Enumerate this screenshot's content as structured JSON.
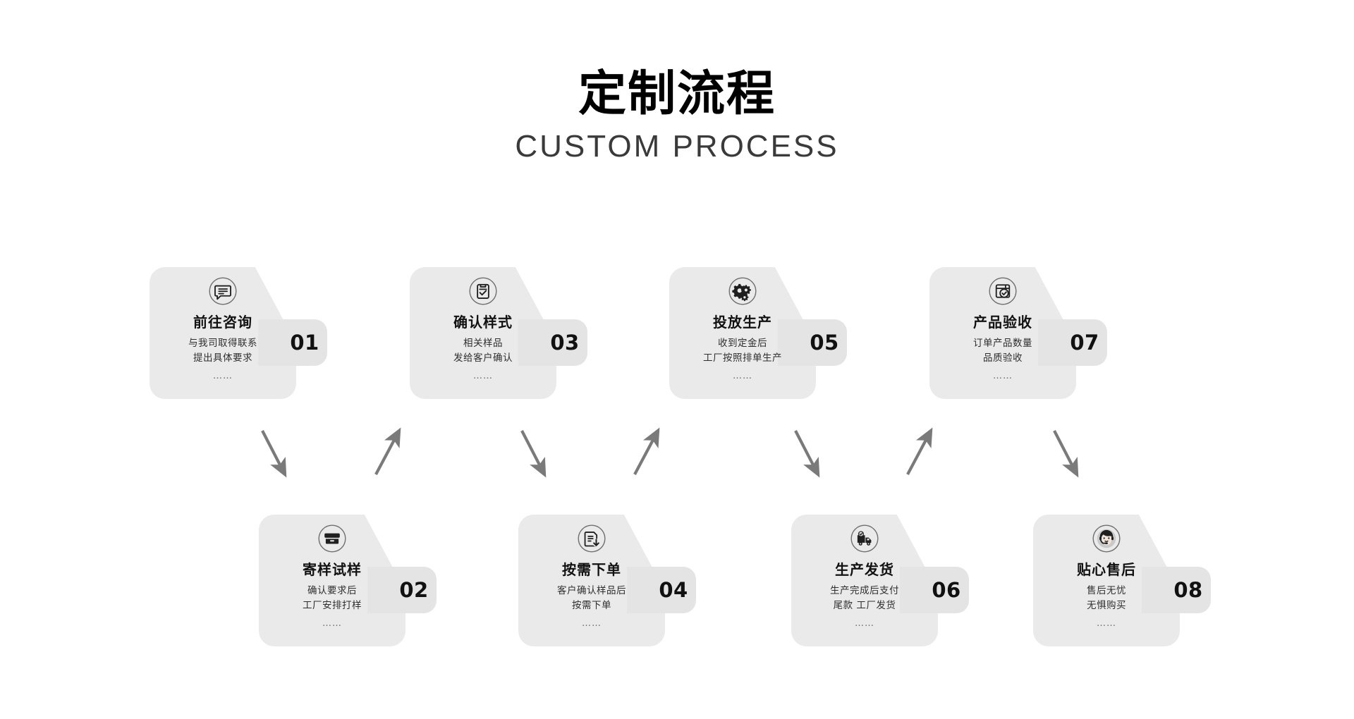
{
  "header": {
    "title": "定制流程",
    "subtitle": "CUSTOM PROCESS"
  },
  "colors": {
    "card_bg": "#eaeaea",
    "flag_bg": "#e4e4e4",
    "title_color": "#000000",
    "subtitle_color": "#3a3a3a",
    "arrow_color": "#7a7a7a",
    "icon_color": "#1f1f1f",
    "icon_ring": "#6f6f6f",
    "page_bg": "#ffffff"
  },
  "steps": [
    {
      "number": "01",
      "title": "前往咨询",
      "desc_line1": "与我司取得联系",
      "desc_line2": "提出具体要求",
      "dots": "……",
      "icon": "speech-bubble-icon",
      "row": "top"
    },
    {
      "number": "02",
      "title": "寄样试样",
      "desc_line1": "确认要求后",
      "desc_line2": "工厂安排打样",
      "dots": "……",
      "icon": "archive-box-icon",
      "row": "bottom"
    },
    {
      "number": "03",
      "title": "确认样式",
      "desc_line1": "相关样品",
      "desc_line2": "发给客户确认",
      "dots": "……",
      "icon": "clipboard-check-icon",
      "row": "top"
    },
    {
      "number": "04",
      "title": "按需下单",
      "desc_line1": "客户确认样品后",
      "desc_line2": "按需下单",
      "dots": "……",
      "icon": "document-download-icon",
      "row": "bottom"
    },
    {
      "number": "05",
      "title": "投放生产",
      "desc_line1": "收到定金后",
      "desc_line2": "工厂按照排单生产",
      "dots": "……",
      "icon": "gears-icon",
      "row": "top"
    },
    {
      "number": "06",
      "title": "生产发货",
      "desc_line1": "生产完成后支付",
      "desc_line2": "尾款 工厂发货",
      "dots": "……",
      "icon": "delivery-truck-icon",
      "row": "bottom"
    },
    {
      "number": "07",
      "title": "产品验收",
      "desc_line1": "订单产品数量",
      "desc_line2": "品质验收",
      "dots": "……",
      "icon": "document-verified-icon",
      "row": "top"
    },
    {
      "number": "08",
      "title": "贴心售后",
      "desc_line1": "售后无忧",
      "desc_line2": "无惧购买",
      "dots": "……",
      "icon": "customer-service-icon",
      "row": "bottom"
    }
  ],
  "arrows": [
    {
      "direction": "down-right",
      "from_step": "01",
      "to_step": "02"
    },
    {
      "direction": "up-right",
      "from_step": "02",
      "to_step": "03"
    },
    {
      "direction": "down-right",
      "from_step": "03",
      "to_step": "04"
    },
    {
      "direction": "up-right",
      "from_step": "04",
      "to_step": "05"
    },
    {
      "direction": "down-right",
      "from_step": "05",
      "to_step": "06"
    },
    {
      "direction": "up-right",
      "from_step": "06",
      "to_step": "07"
    },
    {
      "direction": "down-right",
      "from_step": "07",
      "to_step": "08"
    }
  ]
}
